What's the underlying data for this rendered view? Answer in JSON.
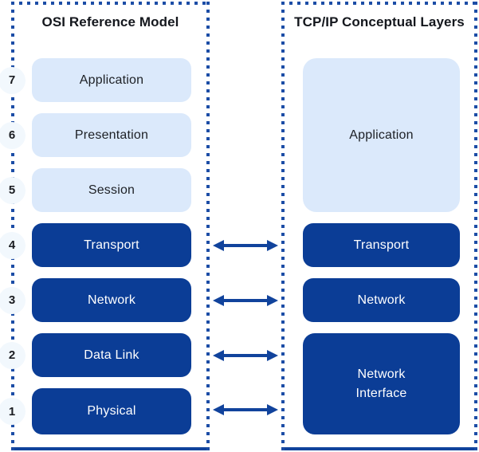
{
  "diagram": {
    "background": "#ffffff",
    "colors": {
      "layer_dark_blue": "#0b3d96",
      "layer_light_blue": "#dbe9fb",
      "accent_blue": "#11439c",
      "dotted_border_blue": "#1c4da6",
      "badge_background": "#f2f8fd",
      "title_text": "#14171d",
      "dark_box_text": "#ffffff"
    }
  },
  "osi": {
    "title": "OSI Reference Model",
    "layers": [
      {
        "number": "7",
        "label": "Application",
        "style": "light"
      },
      {
        "number": "6",
        "label": "Presentation",
        "style": "light"
      },
      {
        "number": "5",
        "label": "Session",
        "style": "light"
      },
      {
        "number": "4",
        "label": "Transport",
        "style": "dark"
      },
      {
        "number": "3",
        "label": "Network",
        "style": "dark"
      },
      {
        "number": "2",
        "label": "Data Link",
        "style": "dark"
      },
      {
        "number": "1",
        "label": "Physical",
        "style": "dark"
      }
    ]
  },
  "tcpip": {
    "title": "TCP/IP Conceptual Layers",
    "layers": [
      {
        "label": "Application",
        "style": "light"
      },
      {
        "label": "Transport",
        "style": "dark"
      },
      {
        "label": "Network",
        "style": "dark"
      },
      {
        "label": "Network Interface",
        "style": "dark"
      }
    ]
  },
  "arrows": [
    {
      "osi": "Transport",
      "tcpip": "Transport",
      "direction": "bidirectional"
    },
    {
      "osi": "Network",
      "tcpip": "Network",
      "direction": "bidirectional"
    },
    {
      "osi": "Data Link",
      "tcpip": "Network Interface",
      "direction": "bidirectional"
    },
    {
      "osi": "Physical",
      "tcpip": "Network Interface",
      "direction": "bidirectional"
    }
  ]
}
